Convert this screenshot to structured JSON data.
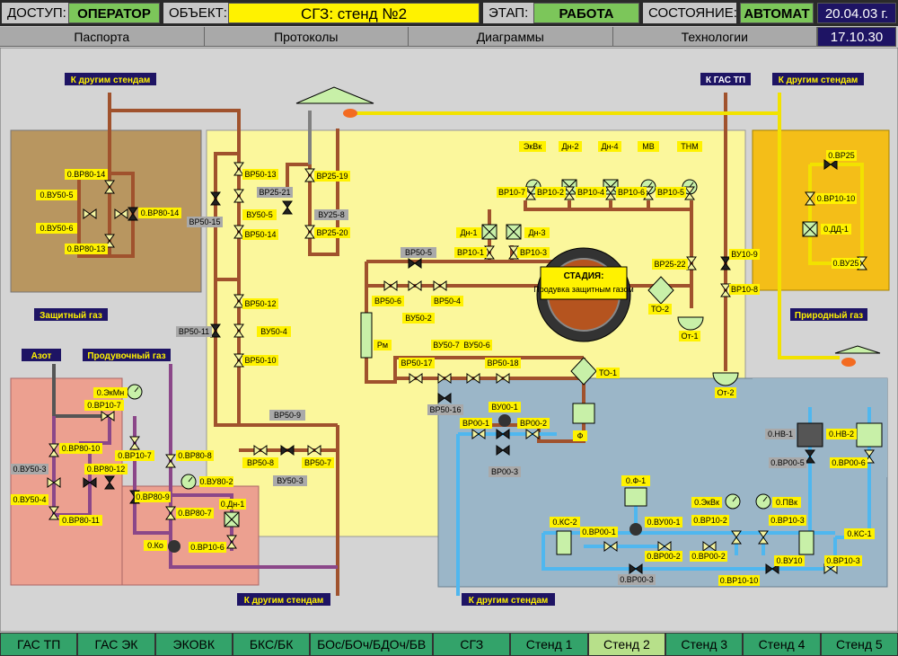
{
  "header": {
    "access_label": "ДОСТУП:",
    "access_value": "ОПЕРАТОР",
    "object_label": "ОБЪЕКТ:",
    "object_value": "СГЗ: стенд №2",
    "stage_label": "ЭТАП:",
    "stage_value": "РАБОТА",
    "state_label": "СОСТОЯНИЕ:",
    "state_value": "АВТОМАТ",
    "date": "20.04.03 г.",
    "time": "17.10.30"
  },
  "tabs": [
    "Паспорта",
    "Протоколы",
    "Диаграммы",
    "Технологии"
  ],
  "bottom_tabs": [
    "ГАС ТП",
    "ГАС ЭК",
    "ЭКОВК",
    "БКС/БК",
    "БОс/БОч/БДОч/БВ",
    "СГЗ",
    "Стенд 1",
    "Стенд 2",
    "Стенд 3",
    "Стенд 4",
    "Стенд 5"
  ],
  "bottom_active": "Стенд 2",
  "diagram": {
    "flow_labels": {
      "to_other_stands_tl": "К другим стендам",
      "to_gas_tp": "К ГАС ТП",
      "to_other_stands_tr": "К другим стендам",
      "protective_gas": "Защитный газ",
      "natural_gas": "Природный газ",
      "nitrogen": "Азот",
      "purge_gas": "Продувочный газ",
      "to_other_stands_bl": "К другим стендам",
      "to_other_stands_bc": "К другим стендам"
    },
    "stage_title": "СТАДИЯ:",
    "stage_text": "Продувка защитным газом",
    "valves": {
      "v_0vr80_14": "0.ВР80-14",
      "v_0vu50_5": "0.ВУ50-5",
      "v_0vu50_6": "0.ВУ50-6",
      "v_0vr80_13": "0.ВР80-13",
      "v_0vr80_14b": "0.ВР80-14",
      "v_vr50_13": "ВР50-13",
      "v_vu50_5": "ВУ50-5",
      "v_vr50_15": "ВР50-15",
      "v_vr50_14": "ВР50-14",
      "v_vr25_19": "ВР25-19",
      "v_vr25_21": "ВР25-21",
      "v_vu25_8": "ВУ25-8",
      "v_vr25_20": "ВР25-20",
      "v_vr50_12": "ВР50-12",
      "v_vu50_4": "ВУ50-4",
      "v_vr50_11": "ВР50-11",
      "v_vr50_10": "ВР50-10",
      "v_vr50_9": "ВР50-9",
      "v_vr50_8": "ВР50-8",
      "v_vr50_7": "ВР50-7",
      "v_vu50_3": "ВУ50-3",
      "v_vr50_5": "ВР50-5",
      "v_vr50_6": "ВР50-6",
      "v_vr50_4": "ВР50-4",
      "v_vu50_2": "ВУ50-2",
      "v_rm": "Рм",
      "v_vu50_7": "ВУ50-7",
      "v_vu50_6": "ВУ50-6",
      "v_vr50_17": "ВР50-17",
      "v_vr50_18": "ВР50-18",
      "v_vr50_16": "ВР50-16",
      "v_vu00_1": "ВУ00-1",
      "v_vr00_1": "ВР00-1",
      "v_vr00_2": "ВР00-2",
      "v_vr00_3": "ВР00-3",
      "v_f": "Ф",
      "v_to_1": "ТО-1",
      "v_to_2": "ТО-2",
      "v_ot_1": "От-1",
      "v_ot_2": "От-2",
      "v_vr25_22": "ВР25-22",
      "v_vu10_9": "ВУ10-9",
      "v_vr10_8": "ВР10-8",
      "v_dn_1": "Дн-1",
      "v_dn_3": "Дн-3",
      "v_vr10_1": "ВР10-1",
      "v_vr10_3": "ВР10-3",
      "v_ekvk": "ЭкВк",
      "v_dn_2": "Дн-2",
      "v_dn_4": "Дн-4",
      "v_mv": "МВ",
      "v_tnm": "ТНМ",
      "v_vr10_7": "ВР10-7",
      "v_vr10_2": "ВР10-2",
      "v_vr10_4": "ВР10-4",
      "v_vr10_6": "ВР10-6",
      "v_vr10_5": "ВР10-5",
      "v_0vr25": "0.ВР25",
      "v_0vr10_10": "0.ВР10-10",
      "v_0dd_1": "0.ДД-1",
      "v_0vu25": "0.ВУ25",
      "v_0ekmn": "0.ЭкМн",
      "v_0vr10_7": "0.ВР10-7",
      "v_0vr80_10": "0.ВР80-10",
      "v_0vu50_3": "0.ВУ50-3",
      "v_0vr80_12": "0.ВР80-12",
      "v_0vu50_4": "0.ВУ50-4",
      "v_0vr80_11": "0.ВР80-11",
      "v_0vr10_7b": "0.ВР10-7",
      "v_0vr80_8": "0.ВР80-8",
      "v_0vr80_9": "0.ВР80-9",
      "v_0vu80_2": "0.ВУ80-2",
      "v_0vr80_7": "0.ВР80-7",
      "v_0dn_1": "0.Дн-1",
      "v_0ko": "0.Ко",
      "v_0vr10_6": "0.ВР10-6",
      "v_0nv_1": "0.НВ-1",
      "v_0nv_2": "0.НВ-2",
      "v_0vr00_5": "0.ВР00-5",
      "v_0vr00_6": "0.ВР00-6",
      "v_0f_1": "0.Ф-1",
      "v_0ks_2": "0.КС-2",
      "v_0vr00_1": "0.ВР00-1",
      "v_0vu00_1": "0.ВУ00-1",
      "v_0vr00_2": "0.ВР00-2",
      "v_0vr00_2b": "0.ВР00-2",
      "v_0vr00_3": "0.ВР00-3",
      "v_0ekvk": "0.ЭкВк",
      "v_0pvk": "0.ПВк",
      "v_0vr10_2": "0.ВР10-2",
      "v_0vr10_3": "0.ВР10-3",
      "v_0ks_1": "0.КС-1",
      "v_0vu10": "0.ВУ10",
      "v_0vr10_3b": "0.ВР10-3",
      "v_0vr10_10b": "0.ВР10-10"
    }
  }
}
